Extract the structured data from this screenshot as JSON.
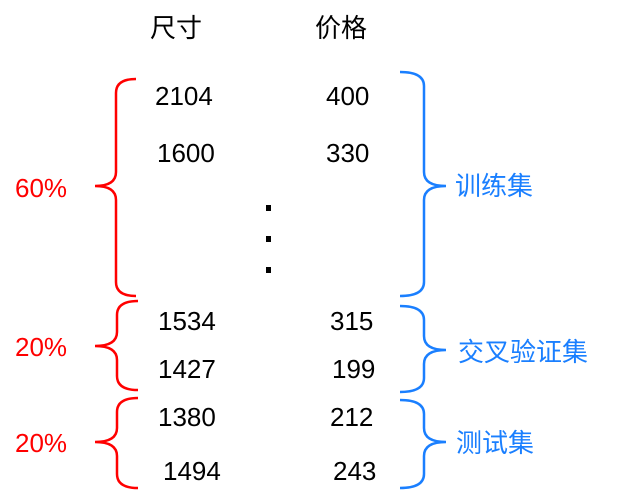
{
  "headers": {
    "size": "尺寸",
    "price": "价格"
  },
  "rows": [
    {
      "size": "2104",
      "price": "400"
    },
    {
      "size": "1600",
      "price": "330"
    },
    {
      "size": "1534",
      "price": "315"
    },
    {
      "size": "1427",
      "price": "199"
    },
    {
      "size": "1380",
      "price": "212"
    },
    {
      "size": "1494",
      "price": "243"
    }
  ],
  "splits": [
    {
      "percent": "60%",
      "label": "训练集"
    },
    {
      "percent": "20%",
      "label": "交叉验证集"
    },
    {
      "percent": "20%",
      "label": "测试集"
    }
  ],
  "colors": {
    "percent": "#ff0000",
    "label": "#1a7fff"
  }
}
